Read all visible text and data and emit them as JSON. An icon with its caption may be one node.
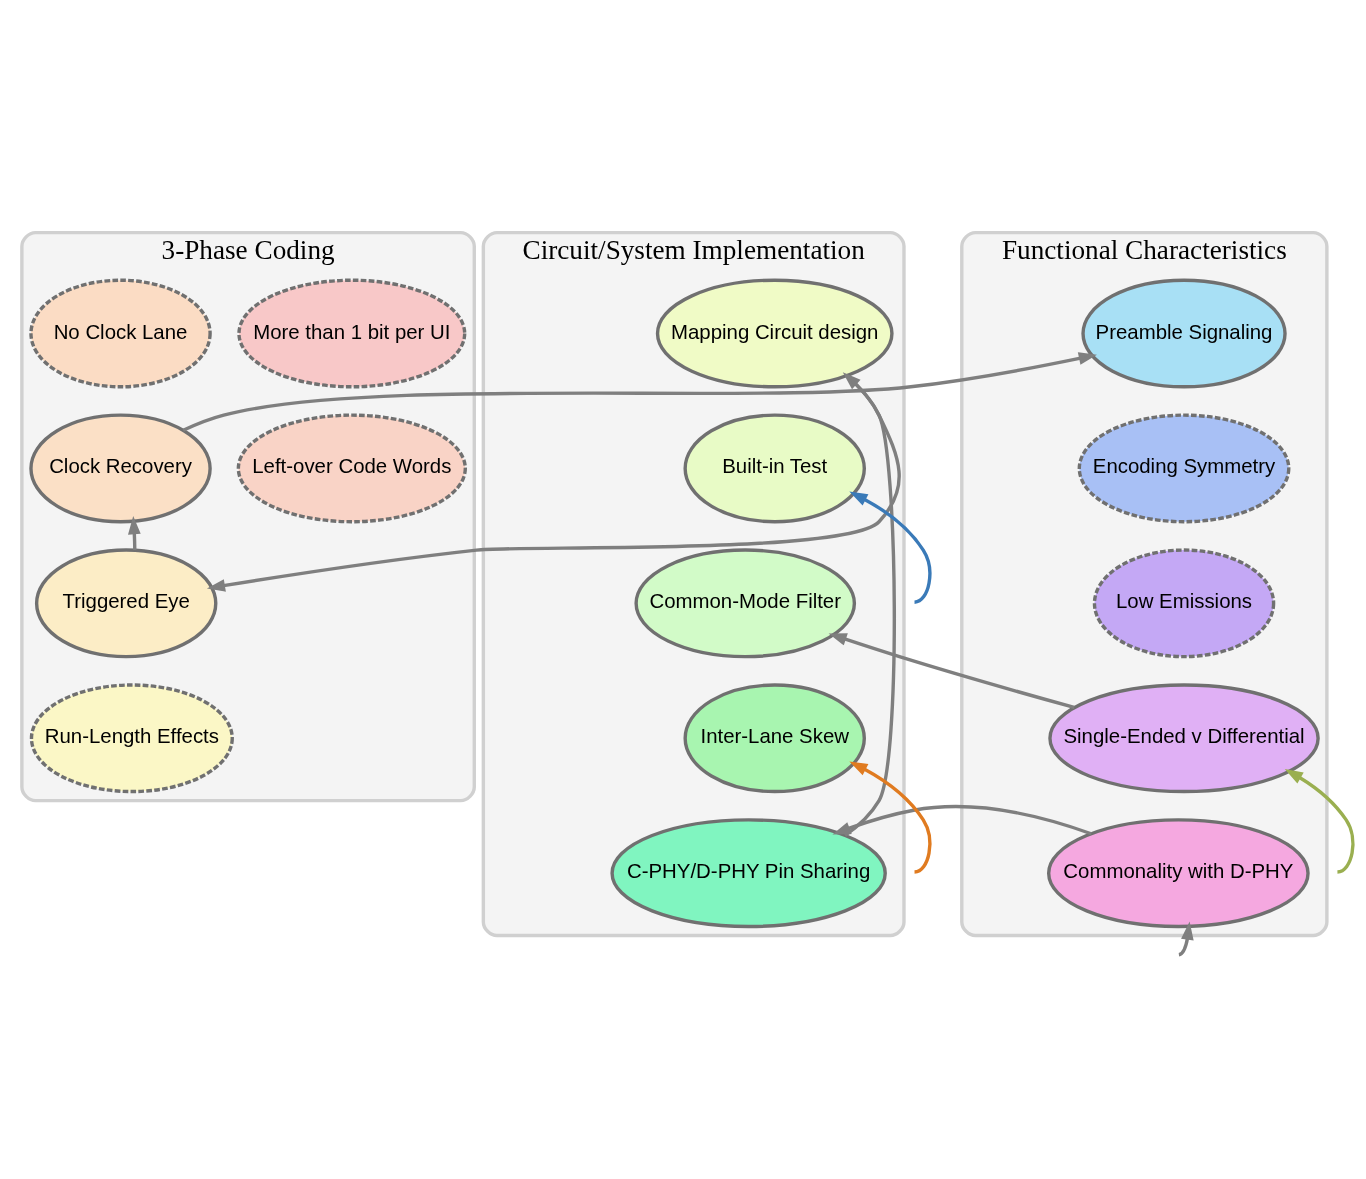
{
  "diagram": {
    "nodes": [
      {
        "text": [
          "3-Phase Coding"
        ]
      },
      {
        "text": [
          "More than 1 bit per UI"
        ],
        "in": 0
      },
      {
        "text": [
          "No Clock Lane"
        ],
        "in": 0
      },
      {
        "text": [
          "Left-over Code Words"
        ],
        "in": 0
      },
      {
        "text": [
          "Clock Recovery"
        ],
        "in": 0
      },
      {
        "text": [
          "Triggered Eye"
        ],
        "in": 0
      },
      {
        "text": [
          "Run-Length Effects"
        ],
        "in": 0
      },
      {
        "text": [
          "Circuit/System Implementation"
        ]
      },
      {
        "text": [
          "Mapping Circuit design"
        ],
        "in": 7
      },
      {
        "text": [
          "Built-in Test"
        ],
        "in": 7
      },
      {
        "text": [
          "Common-Mode Filter"
        ],
        "in": 7
      },
      {
        "text": [
          "Inter-Lane Skew"
        ],
        "in": 7
      },
      {
        "text": [
          "C-PHY/D-PHY Pin Sharing"
        ],
        "in": 7
      },
      {
        "text": [
          "Functional Characteristics"
        ]
      },
      {
        "text": [
          "Preamble Signaling"
        ],
        "in": 13
      },
      {
        "text": [
          "Encoding Symmetry"
        ],
        "in": 13
      },
      {
        "text": [
          "Low Emissions"
        ],
        "in": 13
      },
      {
        "text": [
          "Single-Ended v Differential"
        ],
        "in": 13
      },
      {
        "text": [
          "Commonality with D-PHY"
        ],
        "in": 13
      }
    ],
    "edges": [
      {
        "from": 4,
        "to": 14,
        "arrow": "to"
      },
      {
        "from": 8,
        "to": 5,
        "arrow": "to"
      },
      {
        "from": 5,
        "to": 4,
        "arrow": "to"
      },
      {
        "from": 12,
        "to": 8,
        "arrow": "to"
      },
      {
        "from": null,
        "to": 9,
        "arrow": "to",
        "color": "#3a7ab8"
      },
      {
        "from": 17,
        "to": 10,
        "arrow": "to"
      },
      {
        "from": null,
        "to": 11,
        "arrow": "to",
        "color": "#e07b20"
      },
      {
        "from": null,
        "to": 17,
        "arrow": "to",
        "color": "#9aaf50"
      },
      {
        "from": 18,
        "to": 12,
        "arrow": "to"
      },
      {
        "from": null,
        "to": 18,
        "arrow": "to"
      }
    ]
  }
}
